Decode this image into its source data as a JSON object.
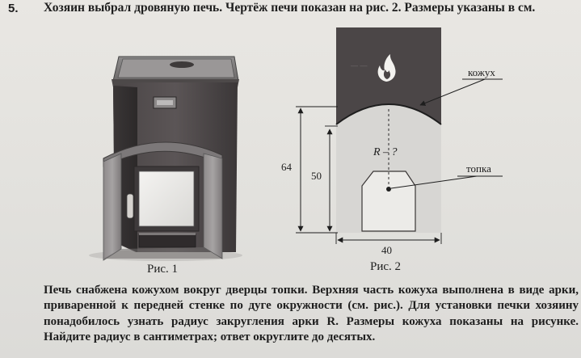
{
  "problem": {
    "number": "5.",
    "heading": "Хозяин выбрал дровяную печь. Чертёж печи показан на рис. 2. Размеры указаны в см.",
    "body": "Печь снабжена кожухом вокруг дверцы топки. Верхняя часть кожуха выполнена в виде арки, приваренной к передней стенке по дуге окружности (см. рис.). Для установки печки хозяину понадобилось узнать радиус закругления арки R. Размеры кожуха показаны на рисунке. Найдите радиус в сантиметрах; ответ округлите до десятых."
  },
  "figure1": {
    "caption": "Рис. 1",
    "icons": [
      "stove-photo"
    ]
  },
  "figure2": {
    "caption": "Рис. 2",
    "labels": {
      "casing": "кожух",
      "firebox": "топка",
      "radius": "R – ?"
    },
    "dimensions": {
      "outer_height": "64",
      "inner_height": "50",
      "width": "40"
    },
    "icons": [
      "flame-icon"
    ]
  }
}
